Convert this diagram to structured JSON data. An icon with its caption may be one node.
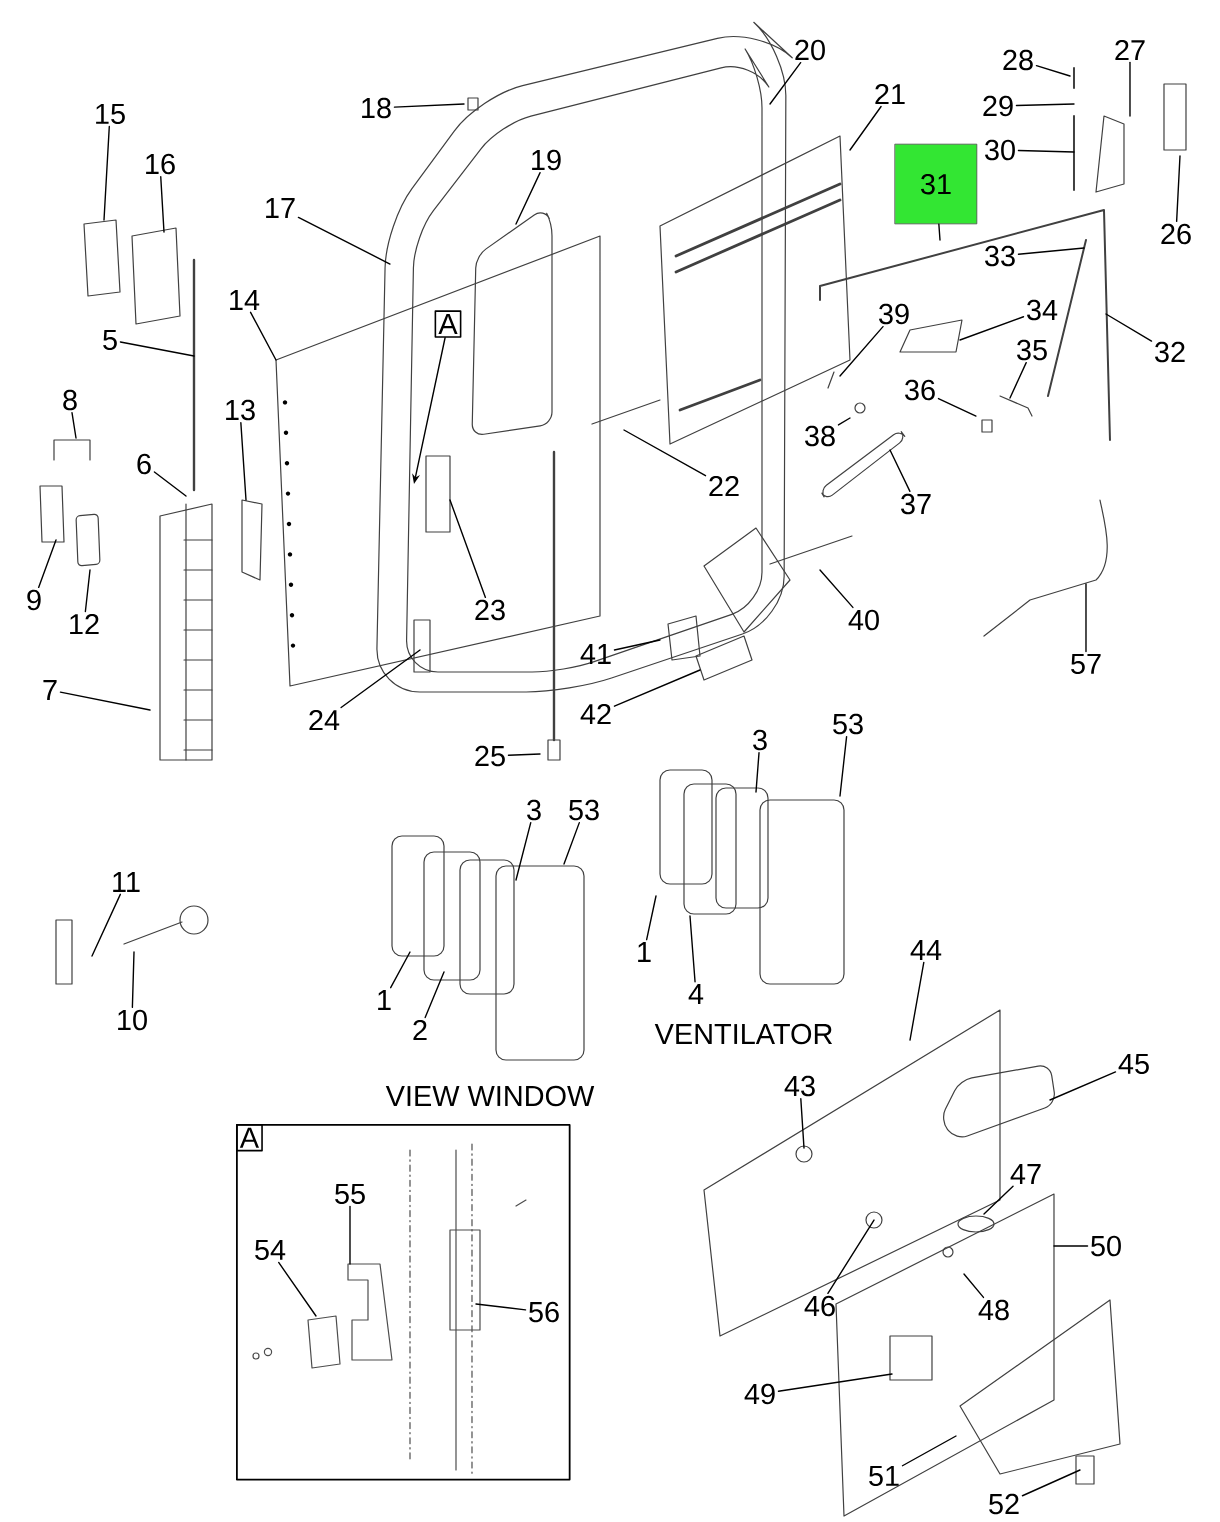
{
  "diagram": {
    "nodes": [
      {
        "text": [
          "18"
        ]
      },
      {
        "text": [
          "20"
        ]
      },
      {
        "text": [
          "28"
        ]
      },
      {
        "text": [
          "27"
        ]
      },
      {
        "text": [
          "21"
        ]
      },
      {
        "text": [
          "29"
        ]
      },
      {
        "text": [
          "15"
        ]
      },
      {
        "text": [
          "30"
        ]
      },
      {
        "text": [
          "16"
        ]
      },
      {
        "text": [
          "19"
        ]
      },
      {
        "text": [
          "31"
        ]
      },
      {
        "text": [
          "17"
        ]
      },
      {
        "text": [
          "26"
        ]
      },
      {
        "text": [
          "33"
        ]
      },
      {
        "text": [
          "14"
        ]
      },
      {
        "text": [
          "A"
        ]
      },
      {
        "text": [
          "39"
        ]
      },
      {
        "text": [
          "34"
        ]
      },
      {
        "text": [
          "5"
        ]
      },
      {
        "text": [
          "35"
        ]
      },
      {
        "text": [
          "32"
        ]
      },
      {
        "text": [
          "36"
        ]
      },
      {
        "text": [
          "8"
        ]
      },
      {
        "text": [
          "13"
        ]
      },
      {
        "text": [
          "38"
        ]
      },
      {
        "text": [
          "6"
        ]
      },
      {
        "text": [
          "22"
        ]
      },
      {
        "text": [
          "37"
        ]
      },
      {
        "text": [
          "9"
        ]
      },
      {
        "text": [
          "23"
        ]
      },
      {
        "text": [
          "40"
        ]
      },
      {
        "text": [
          "12"
        ]
      },
      {
        "text": [
          "41"
        ]
      },
      {
        "text": [
          "57"
        ]
      },
      {
        "text": [
          "7"
        ]
      },
      {
        "text": [
          "42"
        ]
      },
      {
        "text": [
          "24"
        ]
      },
      {
        "text": [
          "53"
        ]
      },
      {
        "text": [
          "3"
        ]
      },
      {
        "text": [
          "25"
        ]
      },
      {
        "text": [
          "3"
        ]
      },
      {
        "text": [
          "53"
        ]
      },
      {
        "text": [
          "11"
        ]
      },
      {
        "text": [
          "1"
        ]
      },
      {
        "text": [
          "44"
        ]
      },
      {
        "text": [
          "4"
        ]
      },
      {
        "text": [
          "1"
        ]
      },
      {
        "text": [
          "10"
        ]
      },
      {
        "text": [
          "2"
        ]
      },
      {
        "text": [
          "45"
        ]
      },
      {
        "text": [
          "43"
        ]
      },
      {
        "text": [
          "47"
        ]
      },
      {
        "text": [
          "A"
        ]
      },
      {
        "text": [
          "55"
        ],
        "in": 52
      },
      {
        "text": [
          "50"
        ]
      },
      {
        "text": [
          "54"
        ],
        "in": 52
      },
      {
        "text": [
          "46"
        ]
      },
      {
        "text": [
          "48"
        ]
      },
      {
        "text": [
          "56"
        ],
        "in": 52
      },
      {
        "text": [
          "49"
        ]
      },
      {
        "text": [
          "51"
        ]
      },
      {
        "text": [
          "52"
        ]
      }
    ],
    "edges": [
      {
        "from": 0,
        "to": null,
        "arrow": "none"
      },
      {
        "from": 1,
        "to": null,
        "arrow": "none"
      },
      {
        "from": 2,
        "to": null,
        "arrow": "none"
      },
      {
        "from": 3,
        "to": null,
        "arrow": "none"
      },
      {
        "from": 4,
        "to": null,
        "arrow": "none"
      },
      {
        "from": 5,
        "to": null,
        "arrow": "none"
      },
      {
        "from": 6,
        "to": null,
        "arrow": "none"
      },
      {
        "from": 7,
        "to": null,
        "arrow": "none"
      },
      {
        "from": 8,
        "to": null,
        "arrow": "none"
      },
      {
        "from": 9,
        "to": null,
        "arrow": "none"
      },
      {
        "from": 10,
        "to": null,
        "arrow": "none"
      },
      {
        "from": 11,
        "to": null,
        "arrow": "none"
      },
      {
        "from": 12,
        "to": null,
        "arrow": "none"
      },
      {
        "from": 13,
        "to": null,
        "arrow": "none"
      },
      {
        "from": 14,
        "to": null,
        "arrow": "none"
      },
      {
        "from": 15,
        "to": null,
        "arrow": "to"
      },
      {
        "from": 16,
        "to": null,
        "arrow": "none"
      },
      {
        "from": 17,
        "to": null,
        "arrow": "none"
      },
      {
        "from": 18,
        "to": null,
        "arrow": "none"
      },
      {
        "from": 19,
        "to": null,
        "arrow": "none"
      },
      {
        "from": 20,
        "to": null,
        "arrow": "none"
      },
      {
        "from": 21,
        "to": null,
        "arrow": "none"
      },
      {
        "from": 22,
        "to": null,
        "arrow": "none"
      },
      {
        "from": 23,
        "to": null,
        "arrow": "none"
      },
      {
        "from": 24,
        "to": null,
        "arrow": "none"
      },
      {
        "from": 25,
        "to": null,
        "arrow": "none"
      },
      {
        "from": 26,
        "to": null,
        "arrow": "none"
      },
      {
        "from": 27,
        "to": null,
        "arrow": "none"
      },
      {
        "from": 28,
        "to": null,
        "arrow": "none"
      },
      {
        "from": 29,
        "to": null,
        "arrow": "none"
      },
      {
        "from": 30,
        "to": null,
        "arrow": "none"
      },
      {
        "from": 31,
        "to": null,
        "arrow": "none"
      },
      {
        "from": 32,
        "to": null,
        "arrow": "none"
      },
      {
        "from": 33,
        "to": null,
        "arrow": "none"
      },
      {
        "from": 34,
        "to": null,
        "arrow": "none"
      },
      {
        "from": 35,
        "to": null,
        "arrow": "none"
      },
      {
        "from": 36,
        "to": null,
        "arrow": "none"
      },
      {
        "from": 37,
        "to": null,
        "arrow": "none"
      },
      {
        "from": 38,
        "to": null,
        "arrow": "none"
      },
      {
        "from": 39,
        "to": null,
        "arrow": "none"
      },
      {
        "from": 40,
        "to": null,
        "arrow": "none"
      },
      {
        "from": 41,
        "to": null,
        "arrow": "none"
      },
      {
        "from": 42,
        "to": null,
        "arrow": "none"
      },
      {
        "from": 43,
        "to": null,
        "arrow": "none"
      },
      {
        "from": 44,
        "to": null,
        "arrow": "none"
      },
      {
        "from": 45,
        "to": null,
        "arrow": "none"
      },
      {
        "from": 46,
        "to": null,
        "arrow": "none"
      },
      {
        "from": 47,
        "to": null,
        "arrow": "none"
      },
      {
        "from": 48,
        "to": null,
        "arrow": "none"
      },
      {
        "from": 49,
        "to": null,
        "arrow": "none"
      },
      {
        "from": 50,
        "to": null,
        "arrow": "none"
      },
      {
        "from": 51,
        "to": null,
        "arrow": "none"
      },
      {
        "from": 53,
        "to": null,
        "arrow": "none"
      },
      {
        "from": 54,
        "to": null,
        "arrow": "none"
      },
      {
        "from": 55,
        "to": null,
        "arrow": "none"
      },
      {
        "from": 56,
        "to": null,
        "arrow": "none"
      },
      {
        "from": 57,
        "to": null,
        "arrow": "none"
      },
      {
        "from": 58,
        "to": null,
        "arrow": "none"
      },
      {
        "from": 59,
        "to": null,
        "arrow": "none"
      },
      {
        "from": 60,
        "to": null,
        "arrow": "none"
      },
      {
        "from": 61,
        "to": null,
        "arrow": "none"
      }
    ],
    "labels": [
      "VENTILATOR",
      "VIEW WINDOW"
    ]
  }
}
